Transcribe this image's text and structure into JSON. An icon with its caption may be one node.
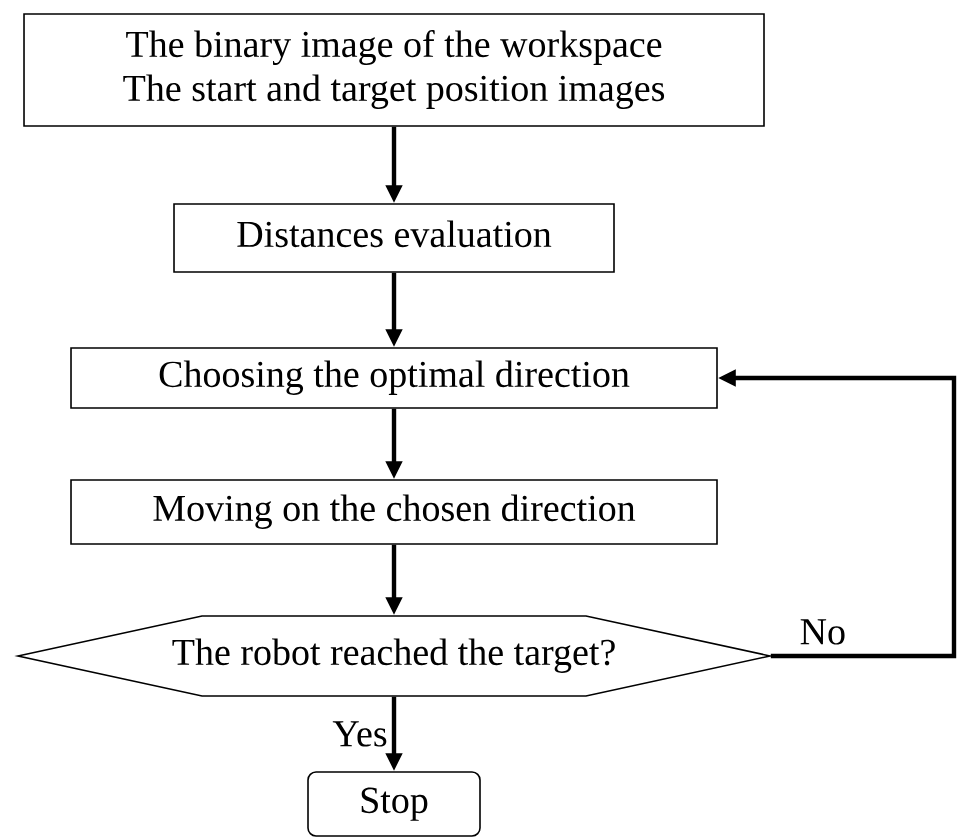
{
  "diagram": {
    "nodes": [
      {
        "text": [
          "The binary image of the workspace",
          "The start and target position images"
        ]
      },
      {
        "text": [
          "Distances evaluation"
        ]
      },
      {
        "text": [
          "Choosing the optimal direction"
        ]
      },
      {
        "text": [
          "Moving on the chosen direction"
        ]
      },
      {
        "text": [
          "The robot reached the target?"
        ]
      },
      {
        "text": [
          "Stop"
        ]
      }
    ],
    "edges": [
      {
        "from": 0,
        "to": 1,
        "arrow": "to"
      },
      {
        "from": 1,
        "to": 2,
        "arrow": "to"
      },
      {
        "from": 2,
        "to": 3,
        "arrow": "to"
      },
      {
        "from": 3,
        "to": 4,
        "arrow": "to"
      },
      {
        "from": 4,
        "to": 5,
        "arrow": "to",
        "label": "Yes"
      },
      {
        "from": 4,
        "to": 2,
        "arrow": "to",
        "label": "No"
      }
    ]
  }
}
